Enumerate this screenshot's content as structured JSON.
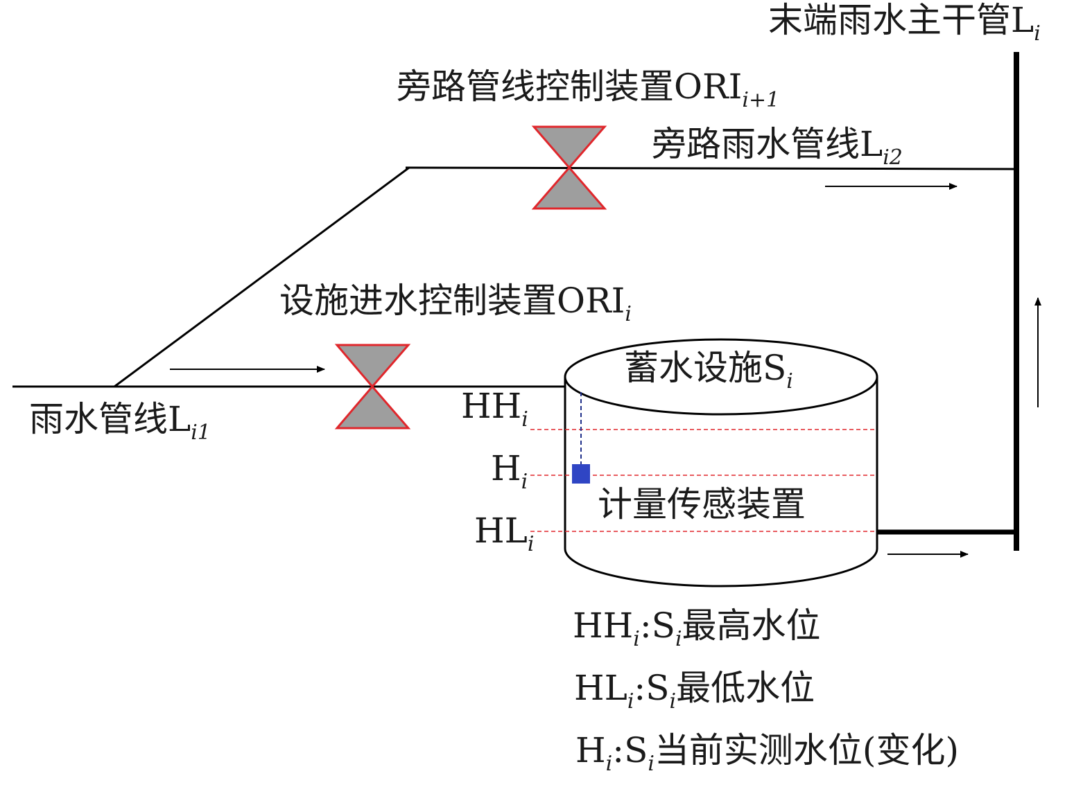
{
  "labels": {
    "main_pipe": {
      "text": "末端雨水主干管L",
      "sub": "i"
    },
    "bypass_device": {
      "text": "旁路管线控制装置ORI",
      "sub": "i+1"
    },
    "bypass_pipe": {
      "text": "旁路雨水管线L",
      "sub": "i2"
    },
    "inlet_device": {
      "text": "设施进水控制装置ORI",
      "sub": "i"
    },
    "storage": {
      "text": "蓄水设施S",
      "sub": "i"
    },
    "rain_pipe": {
      "text": "雨水管线L",
      "sub": "i1"
    },
    "hh": {
      "text": "HH",
      "sub": "i"
    },
    "h": {
      "text": "H",
      "sub": "i"
    },
    "hl": {
      "text": "HL",
      "sub": "i"
    },
    "sensor": {
      "text": "计量传感装置"
    }
  },
  "legend": [
    {
      "a": "HH",
      "a_sub": "i",
      "b": ":S",
      "b_sub": "i",
      "c": "最高水位"
    },
    {
      "a": "HL",
      "a_sub": "i",
      "b": ":S",
      "b_sub": "i",
      "c": "最低水位"
    },
    {
      "a": "H",
      "a_sub": "i",
      "b": ":S",
      "b_sub": "i",
      "c": "当前实测水位(变化)"
    }
  ],
  "colors": {
    "line": "#000000",
    "valve_fill": "#9e9e9e",
    "valve_stroke": "#e0262b",
    "level_line": "#e0262b",
    "sensor": "#2f45c4",
    "sensor_wire": "#1f2f8a"
  }
}
